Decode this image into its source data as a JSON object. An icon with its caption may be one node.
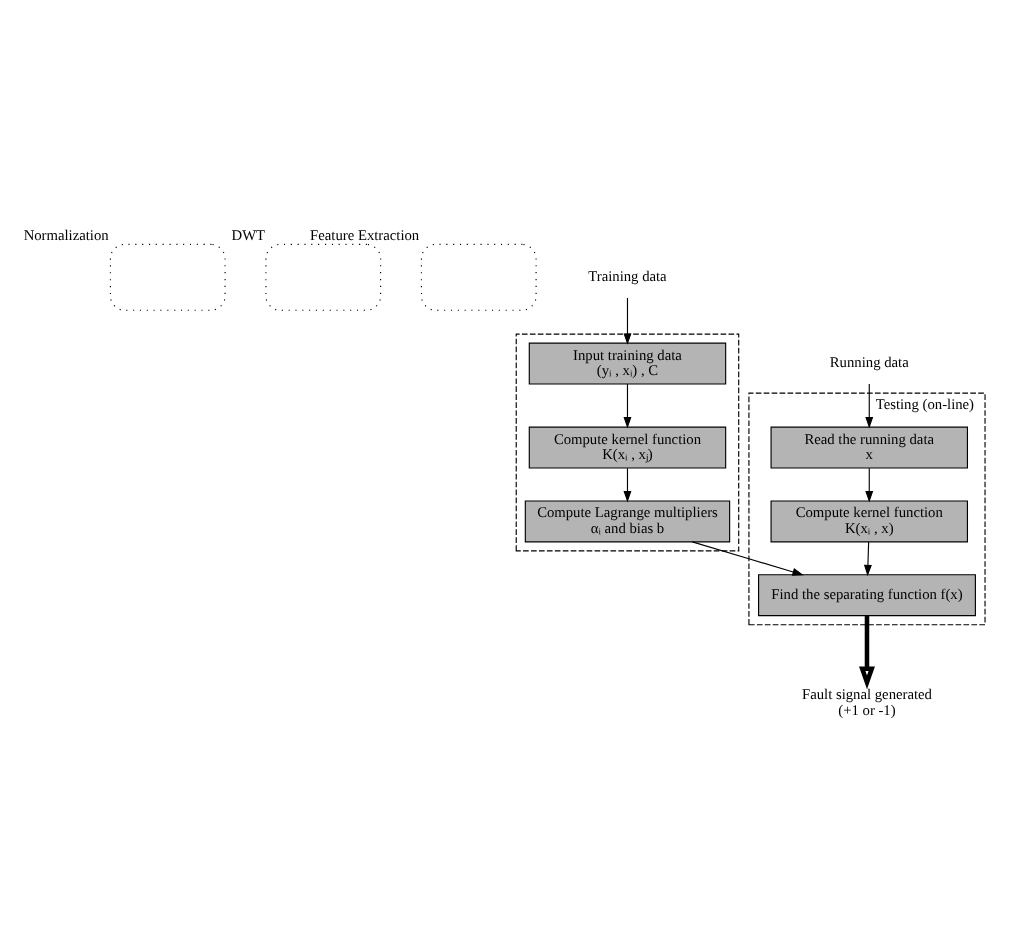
{
  "diagram": {
    "nodes": [
      {
        "text": [],
        "shape": "box",
        "beside": [
          "Normalization"
        ]
      },
      {
        "text": [],
        "shape": "box",
        "beside": [
          "DWT"
        ]
      },
      {
        "text": [],
        "shape": "box",
        "beside": [
          "Feature Extraction"
        ]
      },
      {
        "text": [
          "Training data"
        ]
      },
      {
        "text": [
          "Running data"
        ]
      },
      {
        "text": [],
        "shape": "box"
      },
      {
        "text": [
          "Input training data",
          "(yᵢ , xᵢ) , C"
        ],
        "in": 5
      },
      {
        "text": [
          "Compute kernel function",
          "K(xᵢ , xⱼ)"
        ],
        "in": 5
      },
      {
        "text": [
          "Compute Lagrange multipliers",
          "αᵢ and bias b"
        ],
        "in": 5
      },
      {
        "text": [
          "Testing (on-line)"
        ]
      },
      {
        "text": [
          "Read the running data",
          "x"
        ],
        "in": 9
      },
      {
        "text": [
          "Compute kernel function",
          "K(xᵢ , x)"
        ],
        "in": 9
      },
      {
        "text": [
          "Find the separating function f(x)"
        ],
        "in": 9
      },
      {
        "text": [
          "Fault signal generated",
          "(+1 or -1)"
        ]
      }
    ],
    "edges": [
      {
        "from": 3,
        "to": 6,
        "arrow": "to"
      },
      {
        "from": 6,
        "to": 7,
        "arrow": "to"
      },
      {
        "from": 7,
        "to": 8,
        "arrow": "to"
      },
      {
        "from": 8,
        "to": 12,
        "arrow": "to"
      },
      {
        "from": 4,
        "to": 10,
        "arrow": "to"
      },
      {
        "from": 10,
        "to": 11,
        "arrow": "to"
      },
      {
        "from": 11,
        "to": 12,
        "arrow": "to"
      },
      {
        "from": 12,
        "to": 13,
        "arrow": "to",
        "style": "thick"
      }
    ]
  }
}
